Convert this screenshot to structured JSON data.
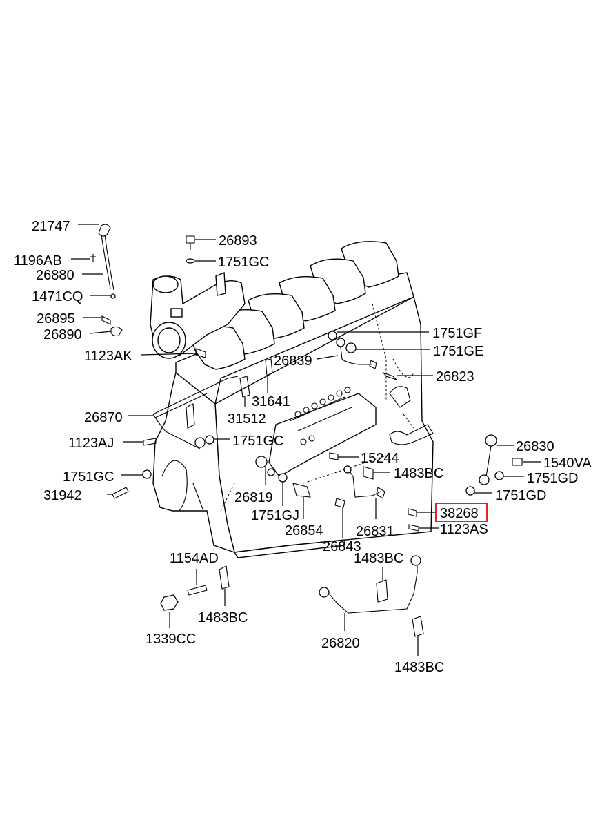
{
  "diagram": {
    "highlight_color": "#e0262b",
    "highlighted_part": "38268",
    "labels": {
      "p21747": "21747",
      "p1196AB": "1196AB",
      "p26880": "26880",
      "p1471CQ": "1471CQ",
      "p26895": "26895",
      "p26890": "26890",
      "p1123AK": "1123AK",
      "p26893": "26893",
      "p1751GC_top": "1751GC",
      "p1751GF": "1751GF",
      "p1751GE": "1751GE",
      "p26839": "26839",
      "p26823": "26823",
      "p31641": "31641",
      "p31512": "31512",
      "p26870": "26870",
      "p1123AJ": "1123AJ",
      "p1751GC_mid": "1751GC",
      "p1751GC_left": "1751GC",
      "p31942": "31942",
      "p15244": "15244",
      "p1483BC_a": "1483BC",
      "p26819": "26819",
      "p1751GJ": "1751GJ",
      "p26854": "26854",
      "p26831": "26831",
      "p26843": "26843",
      "p26830": "26830",
      "p1540VA": "1540VA",
      "p1751GD_a": "1751GD",
      "p1751GD_b": "1751GD",
      "p38268": "38268",
      "p1123AS": "1123AS",
      "p1154AD": "1154AD",
      "p1483BC_b": "1483BC",
      "p1339CC": "1339CC",
      "p1483BC_c": "1483BC",
      "p26820": "26820",
      "p1483BC_d": "1483BC"
    }
  }
}
